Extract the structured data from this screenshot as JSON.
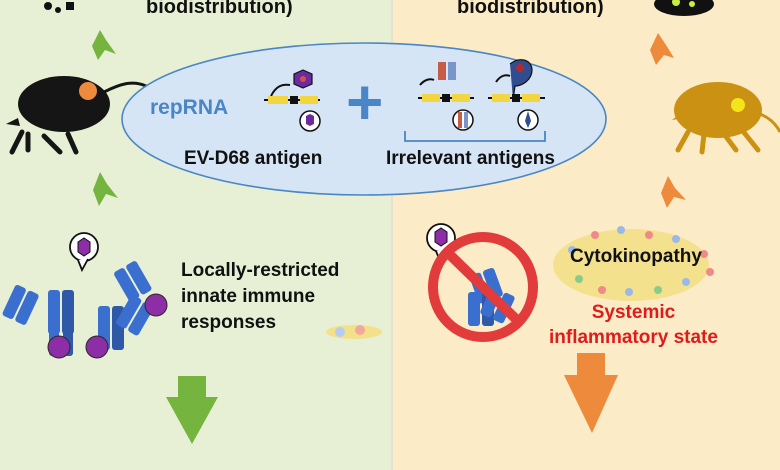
{
  "left_panel": {
    "header_fragment": "biodistribution)",
    "responses_text": [
      "Locally-restricted",
      "innate immune",
      "responses"
    ]
  },
  "right_panel": {
    "header_fragment": "biodistribution)",
    "cytokine_label": "Cytokinopathy",
    "inflammation_text": [
      "Systemic",
      "inflammatory state"
    ]
  },
  "center_ellipse": {
    "platform_label": "repRNA",
    "left_antigen_label": "EV-D68 antigen",
    "right_antigen_label": "Irrelevant antigens",
    "plus_symbol": "+"
  },
  "colors": {
    "left_background": "#e7f0d5",
    "right_background": "#fcebc7",
    "green_arrow": "#74b43f",
    "orange_arrow": "#ee8a3c",
    "ellipse_fill": "#d6e5f5",
    "ellipse_stroke": "#4a86c5",
    "antibody_blue": "#3a6fcf",
    "prohibition_red": "#e23b3b",
    "systemic_text_red": "#e01b1b"
  }
}
